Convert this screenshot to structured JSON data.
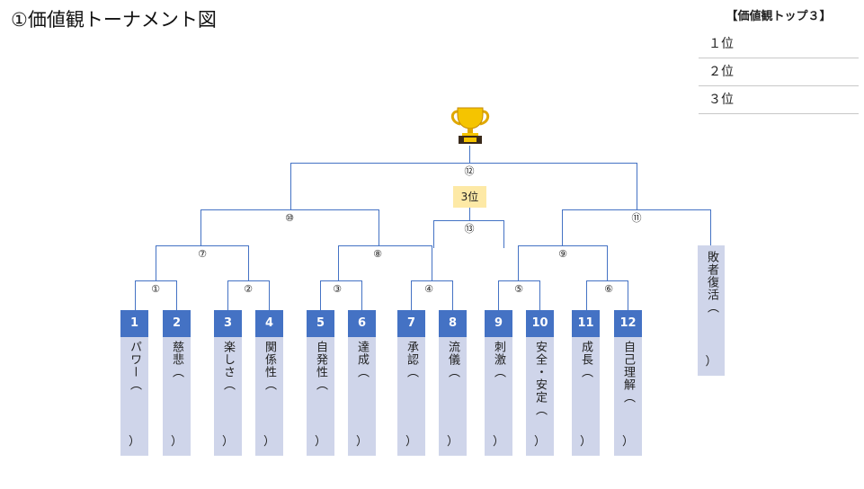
{
  "title": "①価値観トーナメント図",
  "top3": {
    "heading": "【価値観トップ３】",
    "rows": [
      "１位",
      "２位",
      "３位"
    ]
  },
  "rounds": {
    "r1": "①",
    "r2": "②",
    "r3": "③",
    "r4": "④",
    "r5": "⑤",
    "r6": "⑥",
    "r7": "⑦",
    "r8": "⑧",
    "r9": "⑨",
    "r10": "⑩",
    "r11": "⑪",
    "r12": "⑫",
    "r13": "⑬"
  },
  "third_place_label": "3位",
  "entries": [
    {
      "num": "1",
      "label": "パワー（"
    },
    {
      "num": "2",
      "label": "慈悲（"
    },
    {
      "num": "3",
      "label": "楽しさ（"
    },
    {
      "num": "4",
      "label": "関係性（"
    },
    {
      "num": "5",
      "label": "自発性（"
    },
    {
      "num": "6",
      "label": "達成（"
    },
    {
      "num": "7",
      "label": "承認（"
    },
    {
      "num": "8",
      "label": "流儀（"
    },
    {
      "num": "9",
      "label": "刺激（"
    },
    {
      "num": "10",
      "label": "安全・安定（"
    },
    {
      "num": "11",
      "label": "成長（"
    },
    {
      "num": "12",
      "label": "自己理解（"
    }
  ],
  "close_paren": "）",
  "repechage": "敗者復活（",
  "colors": {
    "seed": "#4472c4",
    "card": "#cfd5ea",
    "line": "#4472c4",
    "third_box": "#fde9a6"
  }
}
